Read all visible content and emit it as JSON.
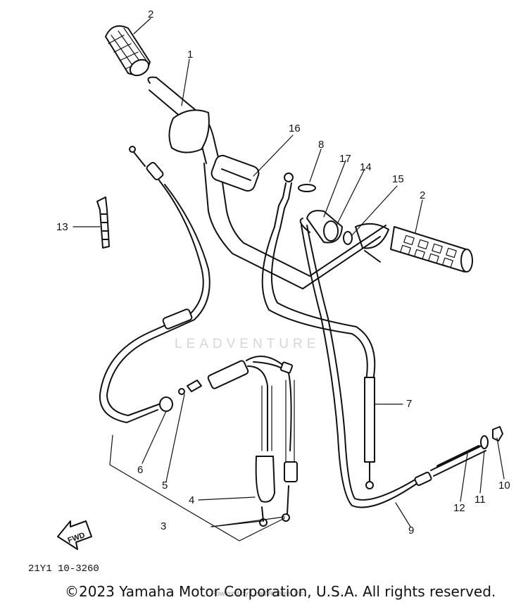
{
  "callouts": [
    {
      "id": "c2a",
      "text": "2"
    },
    {
      "id": "c1",
      "text": "1"
    },
    {
      "id": "c16",
      "text": "16"
    },
    {
      "id": "c8",
      "text": "8"
    },
    {
      "id": "c17",
      "text": "17"
    },
    {
      "id": "c14",
      "text": "14"
    },
    {
      "id": "c15",
      "text": "15"
    },
    {
      "id": "c2b",
      "text": "2"
    },
    {
      "id": "c13",
      "text": "13"
    },
    {
      "id": "c7",
      "text": "7"
    },
    {
      "id": "c6",
      "text": "6"
    },
    {
      "id": "c5",
      "text": "5"
    },
    {
      "id": "c4",
      "text": "4"
    },
    {
      "id": "c3",
      "text": "3"
    },
    {
      "id": "c9",
      "text": "9"
    },
    {
      "id": "c12",
      "text": "12"
    },
    {
      "id": "c11",
      "text": "11"
    },
    {
      "id": "c10",
      "text": "10"
    }
  ],
  "fwd_label": "FWD",
  "diagram_code": "21Y1 10-3260",
  "watermark": "LEADVENTURE",
  "watermark_small": "Powered by LeadVenture, Inc.",
  "copyright": "©2023 Yamaha Motor Corporation, U.S.A. All rights reserved."
}
